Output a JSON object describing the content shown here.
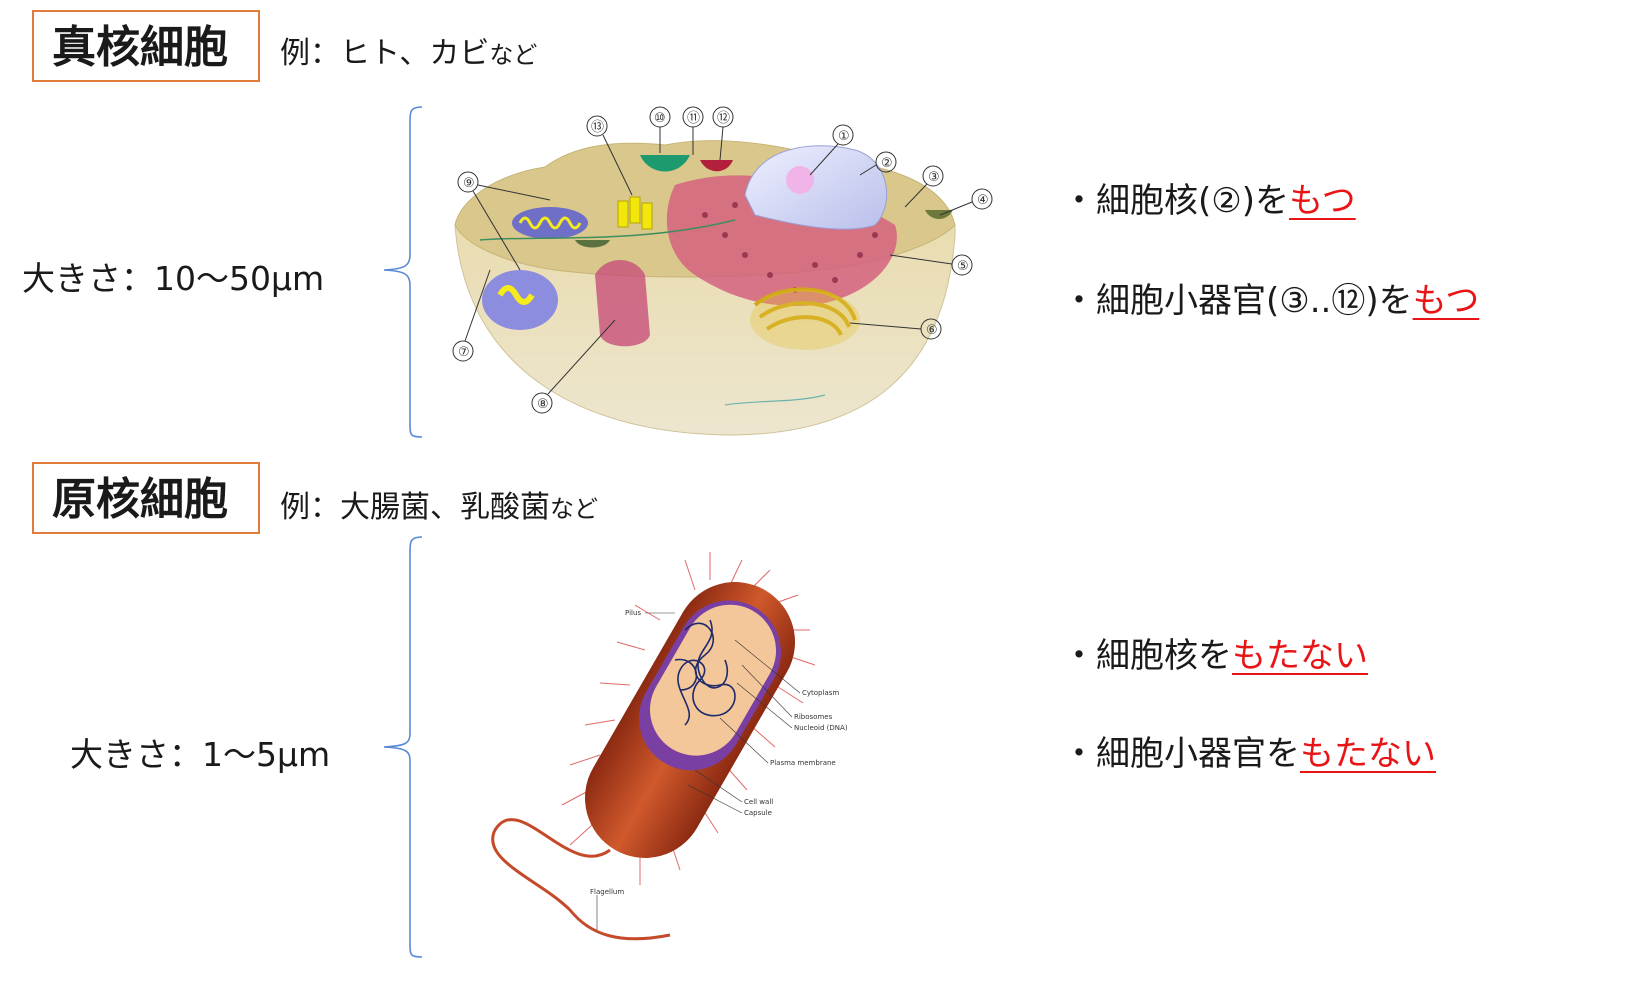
{
  "eukaryote": {
    "title": "真核細胞",
    "example_main": "例：ヒト、カビ",
    "example_suffix": "など",
    "size": "大きさ：10〜50μm",
    "bullet1_pre": "・細胞核(②)を",
    "bullet1_em": "もつ",
    "bullet2_pre": "・細胞小器官(③..⑫)を",
    "bullet2_em": "もつ",
    "numbers": [
      "①",
      "②",
      "③",
      "④",
      "⑤",
      "⑥",
      "⑦",
      "⑧",
      "⑨",
      "⑩",
      "⑪",
      "⑫",
      "⑬"
    ]
  },
  "prokaryote": {
    "title": "原核細胞",
    "example_main": "例：大腸菌、乳酸菌",
    "example_suffix": "など",
    "size": "大きさ：1〜5μm",
    "bullet1_pre": "・細胞核を",
    "bullet1_em": "もたない",
    "bullet2_pre": "・細胞小器官を",
    "bullet2_em": "もたない",
    "labels": {
      "pilus": "Pilus",
      "cytoplasm": "Cytoplasm",
      "ribosomes": "Ribosomes",
      "nucleoid": "Nucleoid (DNA)",
      "plasma_membrane": "Plasma membrane",
      "cell_wall": "Cell wall",
      "capsule": "Capsule",
      "flagellum": "Flagellum"
    }
  },
  "colors": {
    "title_border": "#e07b39",
    "emphasis": "#e81416",
    "brace": "#5b8ad6"
  }
}
